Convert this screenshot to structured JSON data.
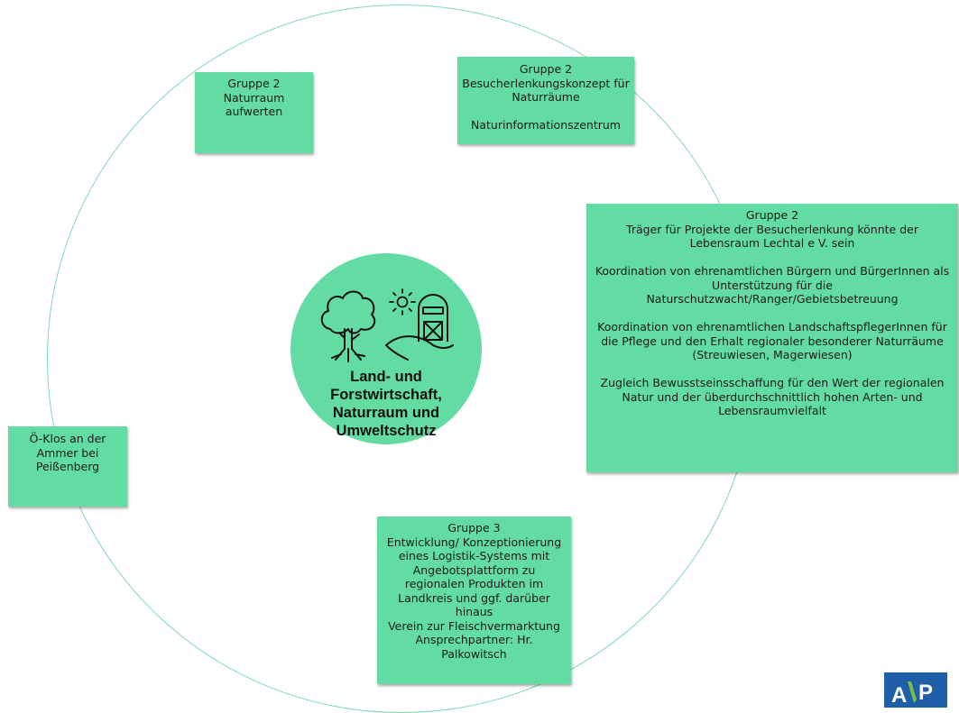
{
  "center": {
    "title_lines": [
      "Land- und",
      "Forstwirtschaft,",
      "Naturraum und",
      "Umweltschutz"
    ]
  },
  "notes": {
    "naturraum": [
      "Gruppe 2",
      "Naturraum",
      "aufwerten"
    ],
    "besucher": [
      "Gruppe 2",
      "Besucherlenkungskonzept für",
      "Naturräume",
      "",
      "Naturinformationszentrum"
    ],
    "traeger": [
      "Gruppe 2",
      "Träger für Projekte der Besucherlenkung könnte der",
      "Lebensraum Lechtal e V. sein",
      "",
      "Koordination von ehrenamtlichen Bürgern und BürgerInnen als",
      "Unterstützung für die",
      "Naturschutzwacht/Ranger/Gebietsbetreuung",
      "",
      "Koordination von ehrenamtlichen LandschaftspflegerInnen für",
      "die Pflege und den Erhalt regionaler besonderer Naturräume",
      "(Streuwiesen, Magerwiesen)",
      "",
      "Zugleich Bewusstseinsschaffung für den Wert der regionalen",
      "Natur und der überdurchschnittlich  hohen Arten- und",
      "Lebensraumvielfalt"
    ],
    "oeklos": [
      "Ö-Klos an der",
      "Ammer bei",
      "Peißenberg"
    ],
    "logistik": [
      "Gruppe 3",
      "Entwicklung/ Konzeptionierung",
      "eines Logistik-Systems mit",
      "Angebotsplattform zu",
      "regionalen Produkten im",
      "Landkreis und ggf. darüber",
      "hinaus",
      "Verein zur Fleischvermarktung",
      "Ansprechpartner: Hr.",
      "Palkowitsch"
    ]
  },
  "logo": {
    "text": "ALP"
  },
  "colors": {
    "note_green": "#63dca4",
    "ring": "#7fd9b0",
    "logo_blue": "#1f5fa8",
    "logo_green": "#7ac143"
  },
  "icons": [
    "tree-icon",
    "sun-icon",
    "barn-icon",
    "hill-icon"
  ]
}
